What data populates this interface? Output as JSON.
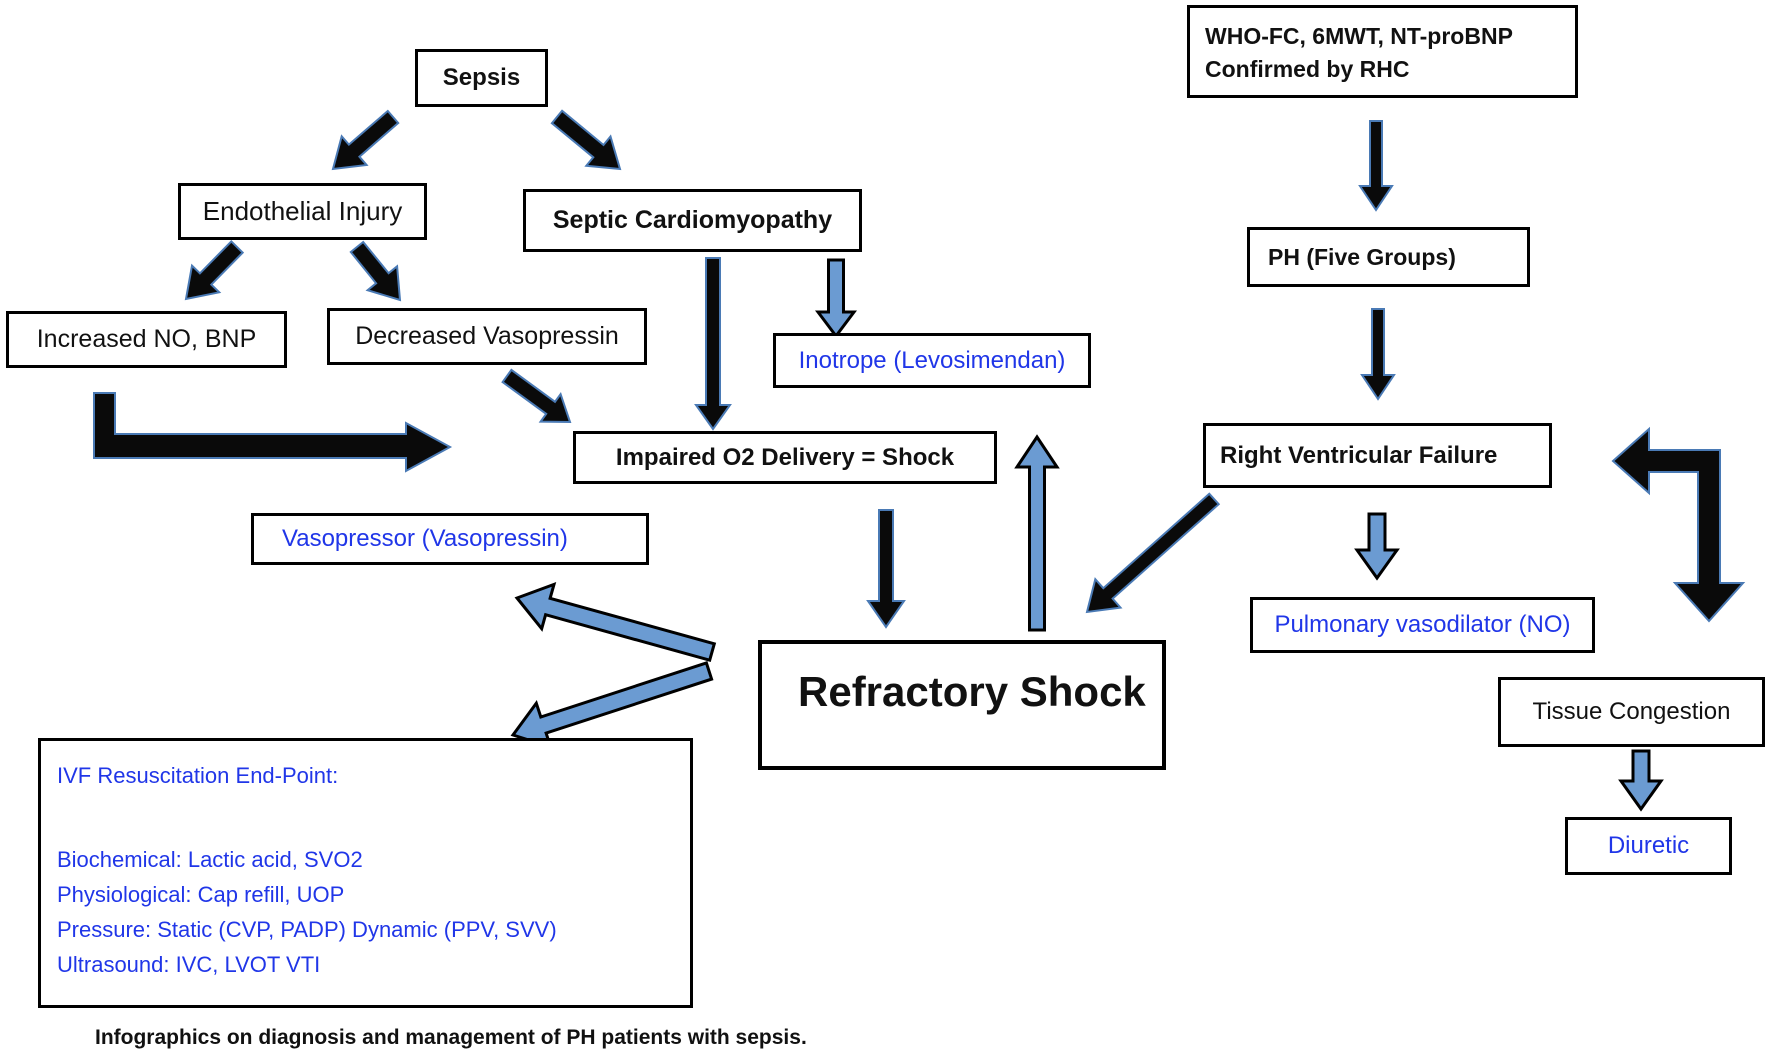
{
  "diagram": {
    "caption": "Infographics on diagnosis and management of PH patients with sepsis.",
    "colors": {
      "background": "#ffffff",
      "box_border": "#000000",
      "text_black": "#111111",
      "text_blue": "#2036e8",
      "arrow_black": "#0a0a0a",
      "arrow_black_edge": "#4a7ab5",
      "arrow_blue_fill": "#6b9bd2"
    },
    "nodes": {
      "sepsis": {
        "label": "Sepsis"
      },
      "endothelial_injury": {
        "label": "Endothelial Injury"
      },
      "septic_cardiomyopathy": {
        "label": "Septic Cardiomyopathy"
      },
      "increased_no_bnp": {
        "label": "Increased NO, BNP"
      },
      "decreased_vasopressin": {
        "label": "Decreased Vasopressin"
      },
      "inotrope": {
        "label": "Inotrope (Levosimendan)"
      },
      "impaired_o2": {
        "label": "Impaired O2 Delivery = Shock"
      },
      "vasopressor": {
        "label": "Vasopressor (Vasopressin)"
      },
      "refractory_shock": {
        "label": "Refractory Shock"
      },
      "ivf": {
        "title": "IVF Resuscitation End-Point:",
        "lines": [
          "Biochemical: Lactic acid, SVO2",
          "Physiological: Cap refill, UOP",
          "Pressure: Static (CVP, PADP) Dynamic (PPV, SVV)",
          "Ultrasound: IVC, LVOT VTI"
        ]
      },
      "who_fc": {
        "line1": "WHO-FC, 6MWT, NT-proBNP",
        "line2": "Confirmed by RHC"
      },
      "ph_groups": {
        "label": "PH (Five Groups)"
      },
      "rv_failure": {
        "label": "Right Ventricular Failure"
      },
      "pulmonary_vasodilator": {
        "label": "Pulmonary vasodilator (NO)"
      },
      "tissue_congestion": {
        "label": "Tissue Congestion"
      },
      "diuretic": {
        "label": "Diuretic"
      }
    }
  }
}
